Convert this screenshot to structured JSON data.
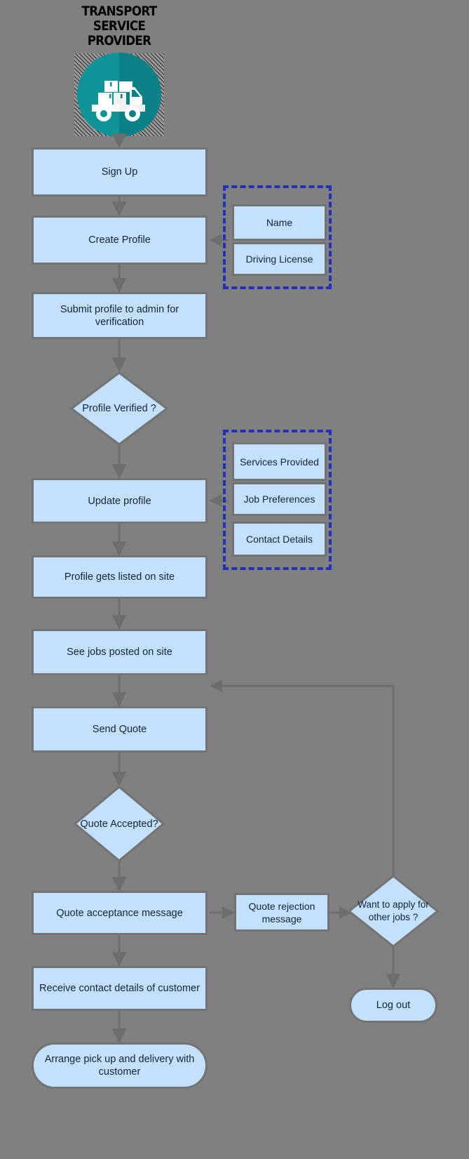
{
  "header": {
    "title_line1": "TRANSPORT",
    "title_line2": "SERVICE",
    "title_line3": "PROVIDER",
    "logo_icon": "truck-delivery-icon",
    "logo_color": "#0d9499",
    "logo_color_dark": "#0a8186"
  },
  "colors": {
    "background": "#808080",
    "node_fill": "#c3e1fd",
    "node_border": "#737373",
    "group_border": "#2430b8",
    "text": "#15233b",
    "edge": "#6e6e6e"
  },
  "nodes": {
    "sign_up": "Sign Up",
    "create_profile": "Create Profile",
    "submit_profile": "Submit profile to admin for verification",
    "profile_verified": "Profile Verified ?",
    "update_profile": "Update profile",
    "profile_listed": "Profile gets listed on site",
    "see_jobs": "See jobs posted on site",
    "send_quote": "Send Quote",
    "quote_accepted": "Quote Accepted?",
    "quote_acceptance_message": "Quote acceptance message",
    "quote_rejection_message": "Quote rejection message",
    "want_other_jobs": "Want to apply for other jobs ?",
    "receive_contact_details": "Receive contact details of customer",
    "log_out": "Log out",
    "arrange_pickup": "Arrange pick up and delivery with customer"
  },
  "group_profile_fields": {
    "items": [
      "Name",
      "Driving License"
    ]
  },
  "group_update_fields": {
    "items": [
      "Services Provided",
      "Job Preferences",
      "Contact Details"
    ]
  }
}
